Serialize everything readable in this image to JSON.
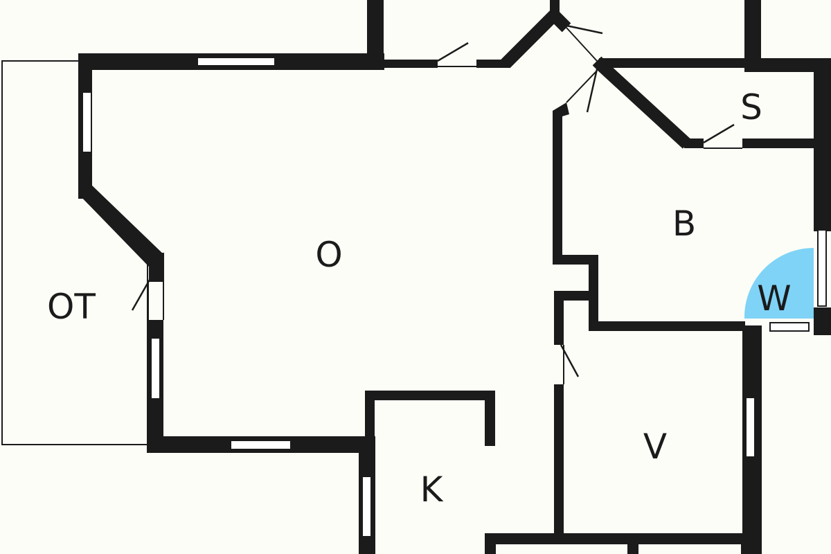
{
  "floorplan": {
    "rooms": {
      "ot": {
        "label": "OT"
      },
      "o": {
        "label": "O"
      },
      "s": {
        "label": "S"
      },
      "b": {
        "label": "B"
      },
      "w": {
        "label": "W"
      },
      "v": {
        "label": "V"
      },
      "k": {
        "label": "K"
      }
    },
    "colors": {
      "wall": "#1b1b1b",
      "floor": "#fdfdf7",
      "highlight": "#7fd3f7"
    }
  }
}
